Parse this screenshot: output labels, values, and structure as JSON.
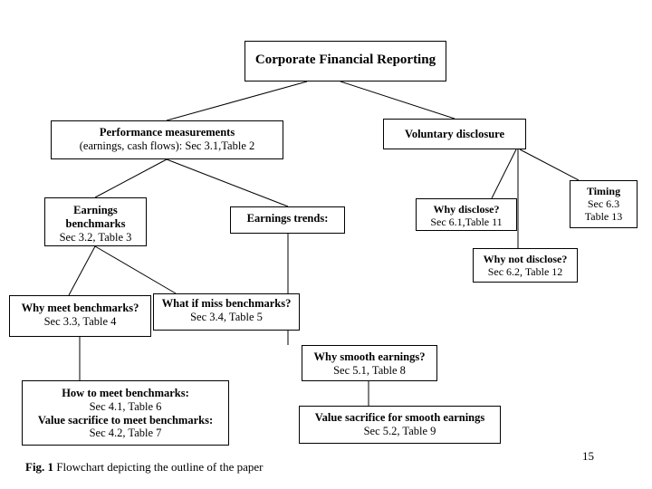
{
  "figure": {
    "caption_label": "Fig. 1",
    "caption_text": "Flowchart depicting the outline of the paper",
    "page_number": "15",
    "background_color": "#ffffff",
    "line_color": "#000000",
    "text_color": "#000000"
  },
  "chart_data": {
    "type": "diagram",
    "title": "Flowchart depicting the outline of the paper",
    "nodes": [
      {
        "id": "root",
        "lines": [
          {
            "text": "Corporate Financial Reporting",
            "bold": true
          }
        ]
      },
      {
        "id": "performance",
        "lines": [
          {
            "text": "Performance measurements",
            "bold": true
          },
          {
            "text": "(earnings, cash flows): Sec 3.1,Table 2",
            "bold": false
          }
        ]
      },
      {
        "id": "voluntary",
        "lines": [
          {
            "text": "Voluntary disclosure",
            "bold": true
          }
        ]
      },
      {
        "id": "earnings_benchmarks",
        "lines": [
          {
            "text": "Earnings",
            "bold": true
          },
          {
            "text": "benchmarks",
            "bold": true
          },
          {
            "text": "Sec 3.2, Table 3",
            "bold": false
          }
        ]
      },
      {
        "id": "earnings_trends",
        "lines": [
          {
            "text": "Earnings trends:",
            "bold": true
          }
        ]
      },
      {
        "id": "why_disclose",
        "lines": [
          {
            "text": "Why disclose?",
            "bold": true
          },
          {
            "text": "Sec 6.1,Table 11",
            "bold": false
          }
        ]
      },
      {
        "id": "timing",
        "lines": [
          {
            "text": "Timing",
            "bold": true
          },
          {
            "text": "Sec 6.3",
            "bold": false
          },
          {
            "text": "Table 13",
            "bold": false
          }
        ]
      },
      {
        "id": "why_not_disclose",
        "lines": [
          {
            "text": "Why not disclose?",
            "bold": true
          },
          {
            "text": "Sec 6.2, Table 12",
            "bold": false
          }
        ]
      },
      {
        "id": "why_meet",
        "lines": [
          {
            "text": "Why meet benchmarks?",
            "bold": true
          },
          {
            "text": "Sec 3.3, Table 4",
            "bold": false
          }
        ]
      },
      {
        "id": "what_if_miss",
        "lines": [
          {
            "text": "What if miss benchmarks?",
            "bold": true
          },
          {
            "text": "Sec 3.4, Table 5",
            "bold": false
          }
        ]
      },
      {
        "id": "why_smooth",
        "lines": [
          {
            "text": "Why smooth earnings?",
            "bold": true
          },
          {
            "text": "Sec 5.1, Table 8",
            "bold": false
          }
        ]
      },
      {
        "id": "how_to_meet",
        "lines": [
          {
            "text": "How to meet benchmarks:",
            "bold": true
          },
          {
            "text": "Sec 4.1, Table 6",
            "bold": false
          },
          {
            "text": "Value sacrifice to meet benchmarks:",
            "bold": true
          },
          {
            "text": "Sec 4.2, Table 7",
            "bold": false
          }
        ]
      },
      {
        "id": "value_sacrifice_smooth",
        "lines": [
          {
            "text": "Value sacrifice for smooth earnings",
            "bold": true
          },
          {
            "text": "Sec 5.2, Table 9",
            "bold": false
          }
        ]
      }
    ],
    "edges": [
      {
        "from": "root",
        "to": "performance"
      },
      {
        "from": "root",
        "to": "voluntary"
      },
      {
        "from": "performance",
        "to": "earnings_benchmarks"
      },
      {
        "from": "performance",
        "to": "earnings_trends"
      },
      {
        "from": "voluntary",
        "to": "why_disclose"
      },
      {
        "from": "voluntary",
        "to": "why_not_disclose"
      },
      {
        "from": "voluntary",
        "to": "timing"
      },
      {
        "from": "earnings_benchmarks",
        "to": "why_meet"
      },
      {
        "from": "earnings_benchmarks",
        "to": "what_if_miss"
      },
      {
        "from": "earnings_trends",
        "to": "why_smooth"
      },
      {
        "from": "why_meet",
        "to": "how_to_meet"
      },
      {
        "from": "why_smooth",
        "to": "value_sacrifice_smooth"
      }
    ]
  }
}
